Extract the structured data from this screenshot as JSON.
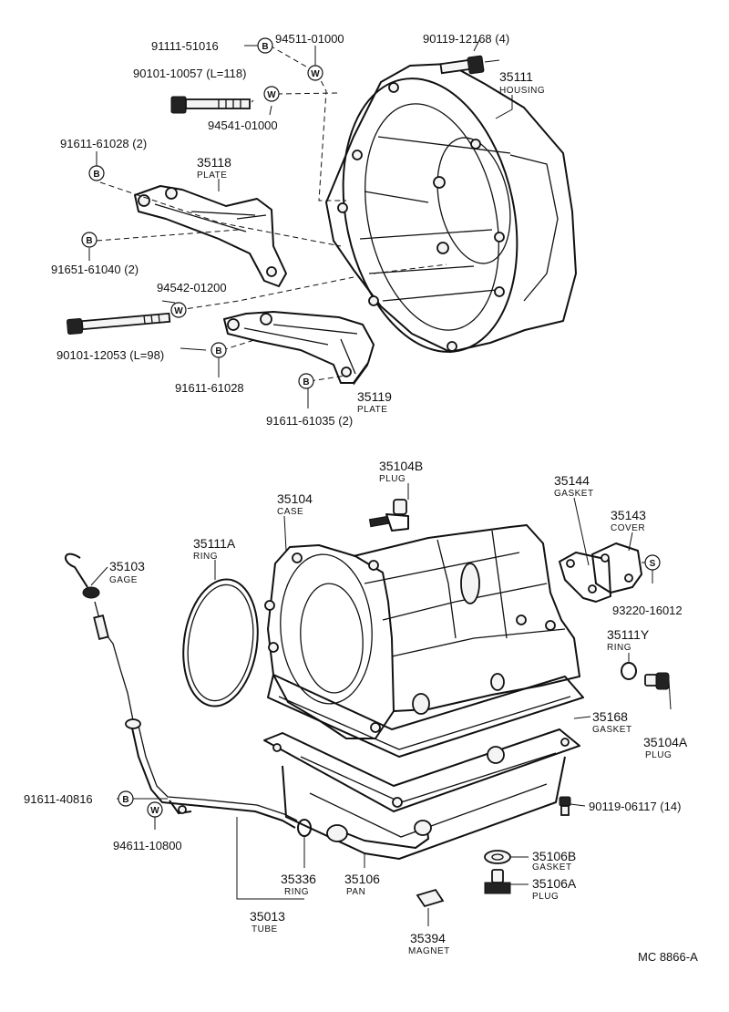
{
  "diagram": {
    "reference": "MC 8866-A"
  },
  "symbols": {
    "bolt": "B",
    "washer": "W",
    "screw": "S"
  },
  "parts": {
    "p91111_51016": "91111-51016",
    "p94511_01000": "94511-01000",
    "p90119_12168": "90119-12168 (4)",
    "p90101_10057": "90101-10057 (L=118)",
    "p94541_01000": "94541-01000",
    "p35111_num": "35111",
    "p35111_name": "HOUSING",
    "p91611_61028_2": "91611-61028 (2)",
    "p35118_num": "35118",
    "p35118_name": "PLATE",
    "p91651_61040": "91651-61040 (2)",
    "p94542_01200": "94542-01200",
    "p90101_12053": "90101-12053 (L=98)",
    "p91611_61028": "91611-61028",
    "p35119_num": "35119",
    "p35119_name": "PLATE",
    "p91611_61035": "91611-61035 (2)",
    "p35104B_num": "35104B",
    "p35104B_name": "PLUG",
    "p35104_num": "35104",
    "p35104_name": "CASE",
    "p35144_num": "35144",
    "p35144_name": "GASKET",
    "p35143_num": "35143",
    "p35143_name": "COVER",
    "p93220_16012": "93220-16012",
    "p35111A_num": "35111A",
    "p35111A_name": "RING",
    "p35103_num": "35103",
    "p35103_name": "GAGE",
    "p35111Y_num": "35111Y",
    "p35111Y_name": "RING",
    "p35168_num": "35168",
    "p35168_name": "GASKET",
    "p35104A_num": "35104A",
    "p35104A_name": "PLUG",
    "p91611_40816": "91611-40816",
    "p90119_06117": "90119-06117 (14)",
    "p94611_10800": "94611-10800",
    "p35336_num": "35336",
    "p35336_name": "RING",
    "p35106_num": "35106",
    "p35106_name": "PAN",
    "p35106B_num": "35106B",
    "p35106B_name": "GASKET",
    "p35106A_num": "35106A",
    "p35106A_name": "PLUG",
    "p35013_num": "35013",
    "p35013_name": "TUBE",
    "p35394_num": "35394",
    "p35394_name": "MAGNET"
  }
}
